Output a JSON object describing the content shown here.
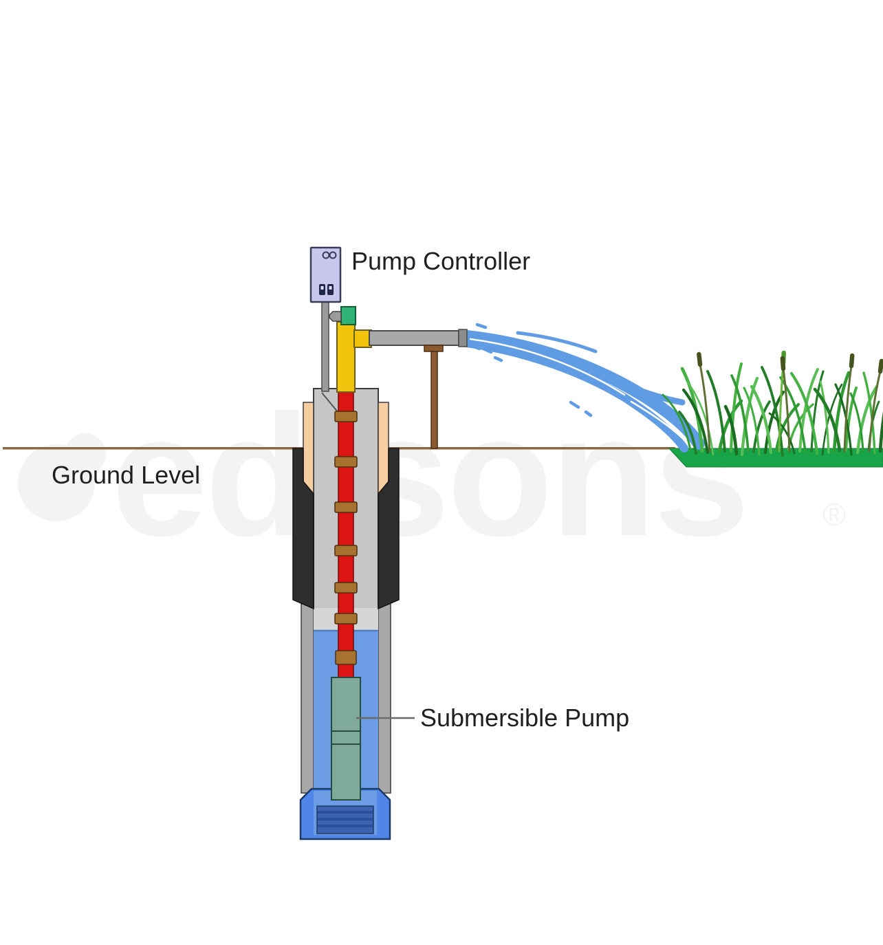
{
  "labels": {
    "pump_controller": "Pump Controller",
    "ground_level": "Ground Level",
    "submersible_pump": "Submersible Pump"
  },
  "watermark": {
    "text": "edisons",
    "registered": "®"
  },
  "colors": {
    "controller_fill": "#c9c7ed",
    "cable_gray": "#9b9b9b",
    "valve_green": "#2fb374",
    "nozzle_gray": "#9b9b9b",
    "riser_yellow": "#f3c40e",
    "discharge_gray": "#a9a9a9",
    "discharge_cap_gray": "#8d8d8d",
    "post_brown": "#8a5a33",
    "ground_line_brown": "#8a6a45",
    "backfill_tan": "#f5cfa1",
    "seal_black": "#2e2e2e",
    "casing_gray": "#c6c6c6",
    "borehole_gray": "#a9a9a9",
    "interior_gray": "#d6d6d6",
    "well_water_blue": "#6b9ce4",
    "drop_pipe_red": "#dd1414",
    "coupling_brown": "#a5722f",
    "pump_teal": "#7fa99a",
    "bottom_cap_blue": "#4f86e8",
    "screen_blue": "#3b63b1",
    "stream_blue": "#5f9ce3",
    "grass_green": "#18a449",
    "label_color": "#1f1f1f"
  }
}
